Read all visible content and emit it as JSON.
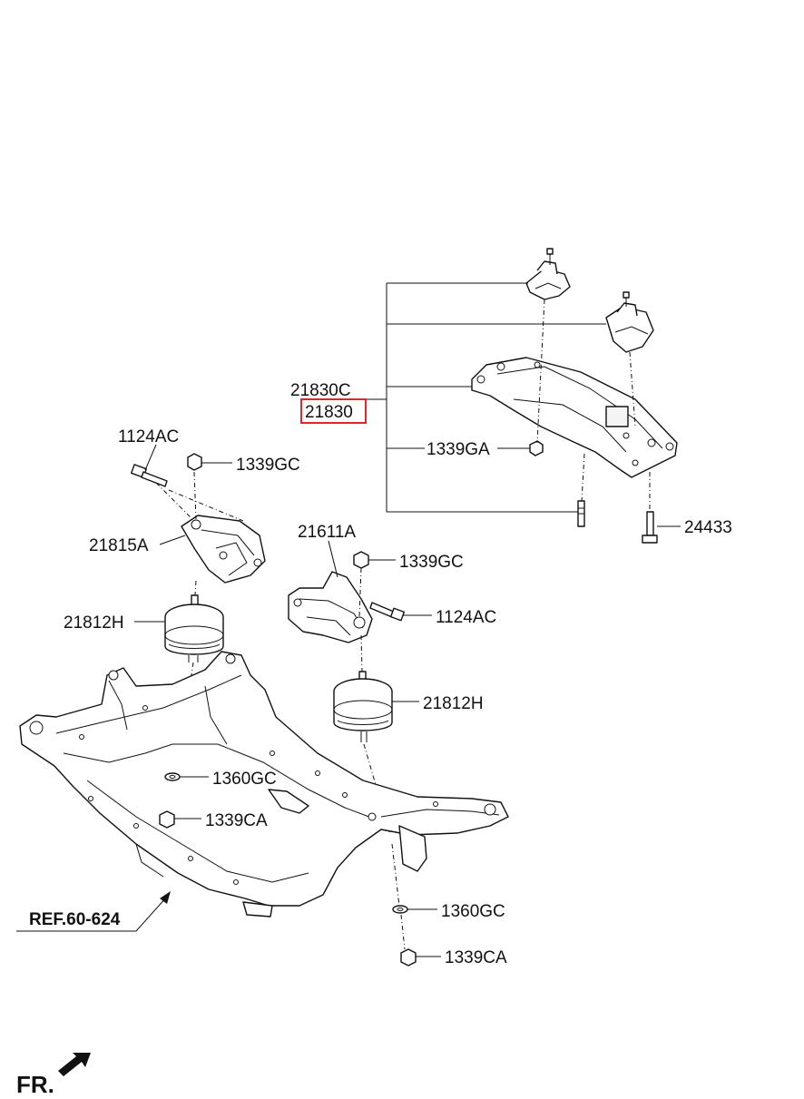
{
  "labels": {
    "l_21830C": "21830C",
    "l_21830": "21830",
    "l_1339GA": "1339GA",
    "l_24433": "24433",
    "l_1124AC_a": "1124AC",
    "l_1339GC_a": "1339GC",
    "l_21815A": "21815A",
    "l_21812H_a": "21812H",
    "l_21611A": "21611A",
    "l_1339GC_b": "1339GC",
    "l_1124AC_b": "1124AC",
    "l_21812H_b": "21812H",
    "l_1360GC_a": "1360GC",
    "l_1339CA_a": "1339CA",
    "l_1360GC_b": "1360GC",
    "l_1339CA_b": "1339CA"
  },
  "reference": "REF.60-624",
  "direction": "FR.",
  "highlight_color": "#e0262c"
}
